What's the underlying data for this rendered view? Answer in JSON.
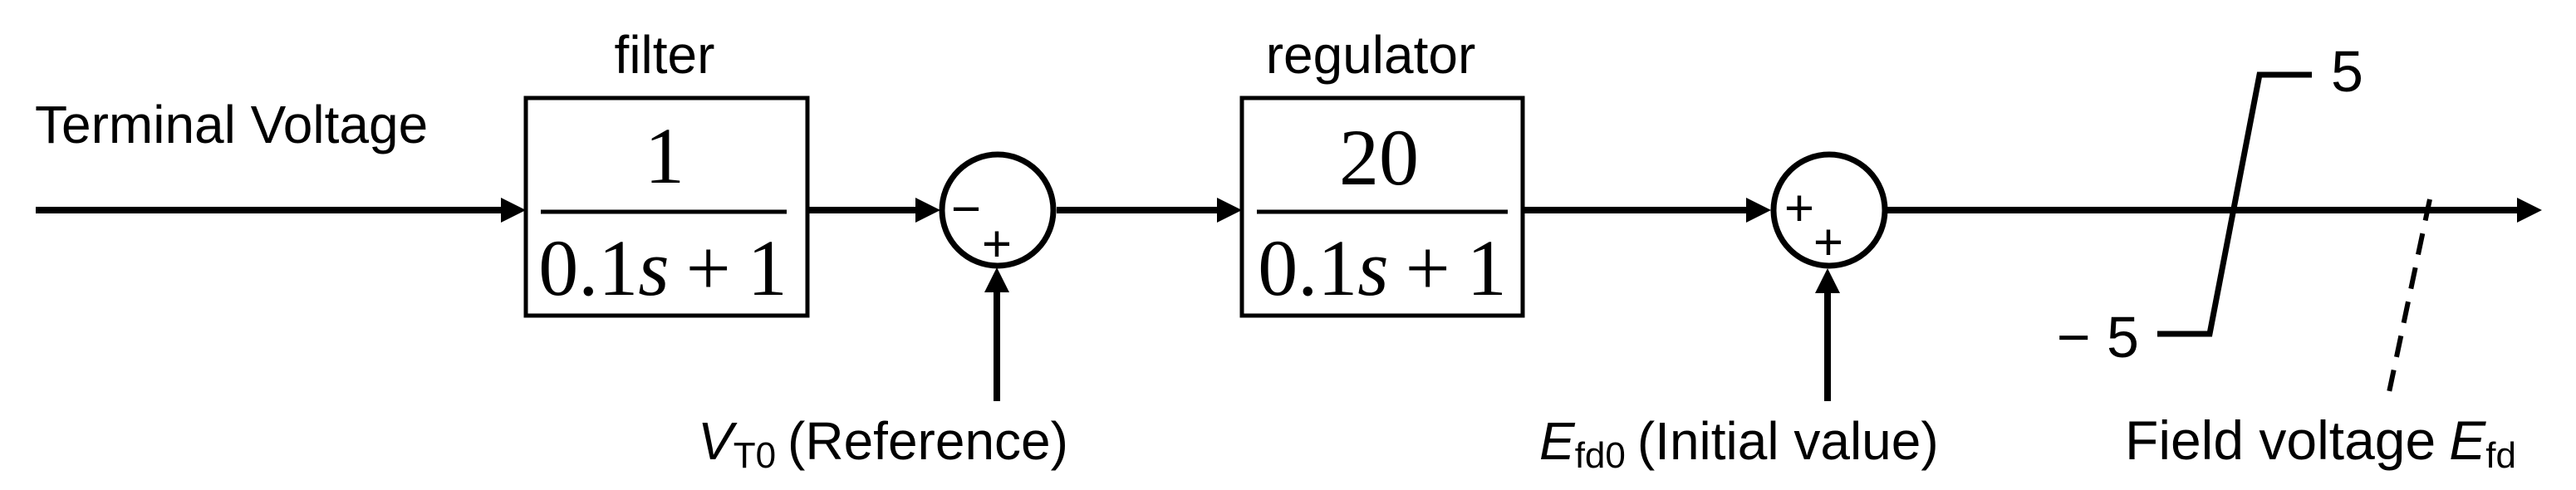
{
  "diagram": {
    "background": "#ffffff",
    "ink": "#000000",
    "input_label": "Terminal Voltage",
    "blocks": {
      "filter": {
        "title": "filter",
        "numerator": "1",
        "den_coef": "0.1",
        "den_var": "s",
        "den_op": "+",
        "den_const": "1"
      },
      "regulator": {
        "title": "regulator",
        "numerator": "20",
        "den_coef": "0.1",
        "den_var": "s",
        "den_op": "+",
        "den_const": "1"
      }
    },
    "summing_junctions": {
      "sum1": {
        "sign_left": "−",
        "sign_bottom": "+"
      },
      "sum2": {
        "sign_left": "+",
        "sign_bottom": "+"
      }
    },
    "inputs": {
      "reference": {
        "symbol": "V",
        "subscript": "T0",
        "label": "(Reference)"
      },
      "initial_value": {
        "symbol": "E",
        "subscript": "fd0",
        "label": "(Initial value)"
      }
    },
    "limiter": {
      "upper_limit": "5",
      "lower_limit": "− 5"
    },
    "output": {
      "label": "Field voltage",
      "symbol": "E",
      "subscript": "fd"
    }
  }
}
